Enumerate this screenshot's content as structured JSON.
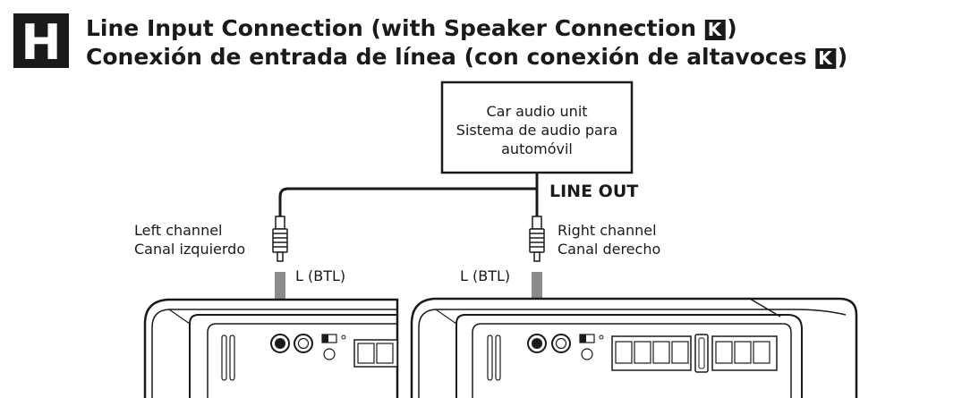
{
  "section": {
    "badge_letter": "H",
    "title_en": "Line Input Connection (with Speaker Connection ",
    "title_es": "Conexión de entrada de línea (con conexión de altavoces ",
    "ref_letter": "K",
    "close_paren": ")"
  },
  "source": {
    "line1": "Car audio unit",
    "line2": "Sistema de audio para",
    "line3": "automóvil",
    "output_label": "LINE OUT"
  },
  "left_channel": {
    "label_en": "Left channel",
    "label_es": "Canal izquierdo",
    "input_label": "L (BTL)"
  },
  "right_channel": {
    "label_en": "Right channel",
    "label_es": "Canal derecho",
    "input_label": "L (BTL)"
  },
  "colors": {
    "ink": "#1a1a1a",
    "arrow": "#8c8c8c",
    "amp_fill": "#ffffff"
  }
}
